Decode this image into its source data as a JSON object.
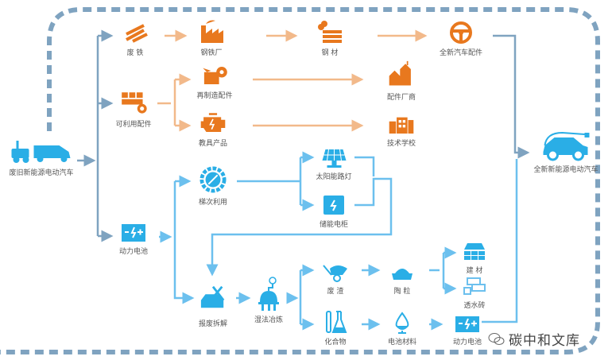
{
  "colors": {
    "border": "#7fa3c0",
    "orange": "#e8781e",
    "orange_line": "#f2b98a",
    "blue": "#2aaee6",
    "blue_line": "#6cc0ee",
    "grey_line": "#7fa3c0"
  },
  "nodes": {
    "old_ev": "废旧新能源电动汽车",
    "scrap_iron": "废 铁",
    "steel_mill": "钢铁厂",
    "steel": "钢 材",
    "new_parts": "全新汽车配件",
    "usable_parts": "可利用配件",
    "reman_parts": "再制造配件",
    "parts_maker": "配件厂商",
    "teaching_products": "教具产品",
    "tech_school": "技术学校",
    "new_ev": "全新新能源电动汽车",
    "cascade_use": "梯次利用",
    "solar_lamp": "太阳能路灯",
    "storage_cabinet": "储能电柜",
    "power_battery": "动力电池",
    "dismantle": "报废拆解",
    "hydrometallurgy": "湿法冶炼",
    "slag": "废 渣",
    "ceramsite": "陶 粒",
    "building_material": "建 材",
    "permeable_brick": "透水砖",
    "compound": "化合物",
    "battery_material": "电池材料",
    "power_battery_new": "动力电池"
  },
  "watermark": "碳中和文库"
}
